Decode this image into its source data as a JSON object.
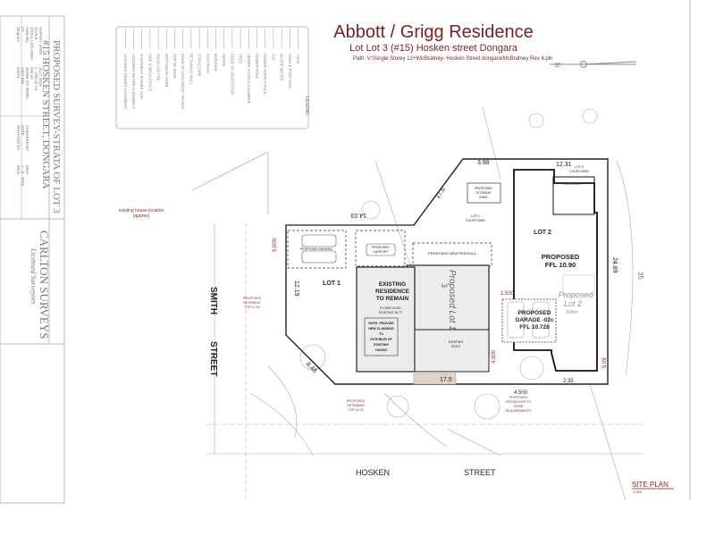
{
  "header": {
    "title": "Abbott / Grigg Residence",
    "subtitle": "Lot Lot 3 (#15) Hosken street  Dongara",
    "path": "Path: V:\\Single Storey 12+\\McBratney- Hosken Street dongara\\McBratney Rev 4.pln",
    "north_label": "N"
  },
  "title_block": {
    "project_line1": "PROPOSED SURVEY-STRATA OF LOT 3",
    "project_line2": "#15 HOSKEN STREET, DONGARA",
    "company": "CARLTON SURVEYS",
    "company_sub": "Licensed Surveyors",
    "fields": [
      {
        "label": "Diagram",
        "value": "53974"
      },
      {
        "label": "CT",
        "value": "1402-656"
      },
      {
        "label": "Authority",
        "value": "SHIRE OF IRWIN"
      },
      {
        "label": "TOTAL LOT AREA",
        "value": "769 m²"
      },
      {
        "label": "SCALE",
        "value": "1 : 200 @ A3"
      },
      {
        "label": "SURVEY DATE",
        "value": "JULY 2016"
      },
      {
        "label": "DRAFTED BY",
        "value": "MKD"
      },
      {
        "label": "DATE",
        "value": "1 - 8 - 2016"
      },
      {
        "label": "CHECKED BY",
        "value": "MKD"
      }
    ]
  },
  "legend": {
    "title": "LEGEND",
    "items": [
      "T.B.M.",
      "SINGLE POST SIGN",
      "WATER METER",
      "TAP",
      "POWER SUPPLY POLE",
      "POWER POLE",
      "SEWER ACCESS CHAMBER",
      "TREE",
      "EDGE OF VEGETATION",
      "FENCE",
      "BUILDING",
      "FOOTPATH",
      "STRUCTURE",
      "RETAINING WALL",
      "EDGE OF CONCRETE / PAVING",
      "TOP OF KERB",
      "BOTTOM OF KERB",
      "ROAD CENTRE",
      "PINE & MESH FENCE",
      "OVERHEAD POWER LINE",
      "ASSUMED WATER ALIGNMENT",
      "ASSUMED SEWER ALIGNMENT"
    ]
  },
  "plan": {
    "existing_house_note": "existing house location",
    "existing_house_note2": "(approx)",
    "lot1": "LOT 1",
    "existing_res": [
      "EXISTING",
      "RESIDENCE",
      "TO REMAIN"
    ],
    "floor_level": [
      "FLOOR LEVEL",
      "EXISTING 10.77"
    ],
    "cladding_note": [
      "NOTE: PROVIDE",
      "NEW CLADDING",
      "TO",
      "EXTERIOR OF",
      "EXISTING",
      "HOUSE"
    ],
    "proposed_lot1": "Proposed Lot 1",
    "lot1_number": "3",
    "existing_patio": [
      "EXISTING",
      "PATIO"
    ],
    "lot2": "LOT 2",
    "proposed_ffl": [
      "PROPOSED",
      "FFL 10.90"
    ],
    "garage": [
      "PROPOSED",
      "GARAGE -02c",
      "FFL 10.728"
    ],
    "proposed_lot2": [
      "Proposed",
      "Lot 2",
      "308m²"
    ],
    "alfresco": "ALFRESCO",
    "lot2_courtyard": [
      "LOT 2",
      "COURTYARD"
    ],
    "lot1_courtyard": [
      "LOT 1",
      "COURTYARD"
    ],
    "storage": [
      "PROPOSED",
      "STORAGE",
      "SHED"
    ],
    "parking": "PROPOSED PARKING",
    "carport": [
      "PROPOSED",
      "CARPORT"
    ],
    "pergola": "PROPOSED NEW PERGOLA",
    "retaining": [
      "PROPOSED",
      "RETAINING",
      "TOP 10.30"
    ],
    "crossover": [
      "PROPOSED",
      "CROSSOVER TO",
      "SHIRE",
      "REQUIREMENTS"
    ],
    "dims": [
      "14.03",
      "17.6",
      "3.98",
      "12.31",
      "24.89",
      "12.19",
      "8.48",
      "17.5",
      "4.500",
      "4.500",
      "5.000",
      "5.09",
      "1.500",
      "2.35",
      "35"
    ],
    "street_smith": [
      "SMITH",
      "STREET"
    ],
    "street_hosken": [
      "HOSKEN",
      "STREET"
    ],
    "site_plan": "SITE PLAN",
    "scale": "1:200"
  }
}
